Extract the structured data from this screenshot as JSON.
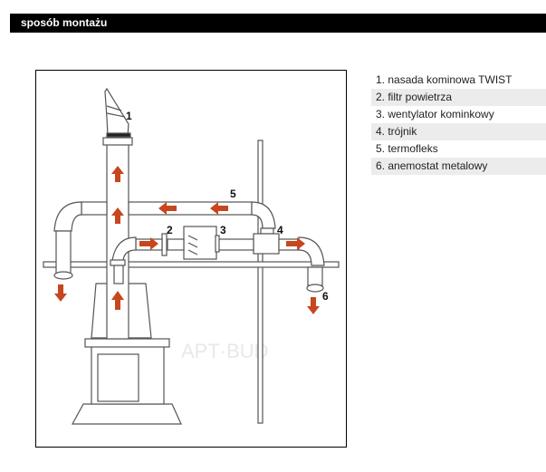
{
  "header": {
    "title": "sposób montażu"
  },
  "diagram": {
    "watermark": "APT·BUD",
    "callouts": [
      "1",
      "2",
      "3",
      "4",
      "5",
      "6"
    ],
    "arrow_color": "#c8461e",
    "line_color": "#555555"
  },
  "legend": {
    "items": [
      {
        "label": "1. nasada kominowa TWIST"
      },
      {
        "label": "2. filtr powietrza"
      },
      {
        "label": "3. wentylator kominkowy"
      },
      {
        "label": "4. trójnik"
      },
      {
        "label": "5. termofleks"
      },
      {
        "label": "6. anemostat metalowy"
      }
    ]
  }
}
